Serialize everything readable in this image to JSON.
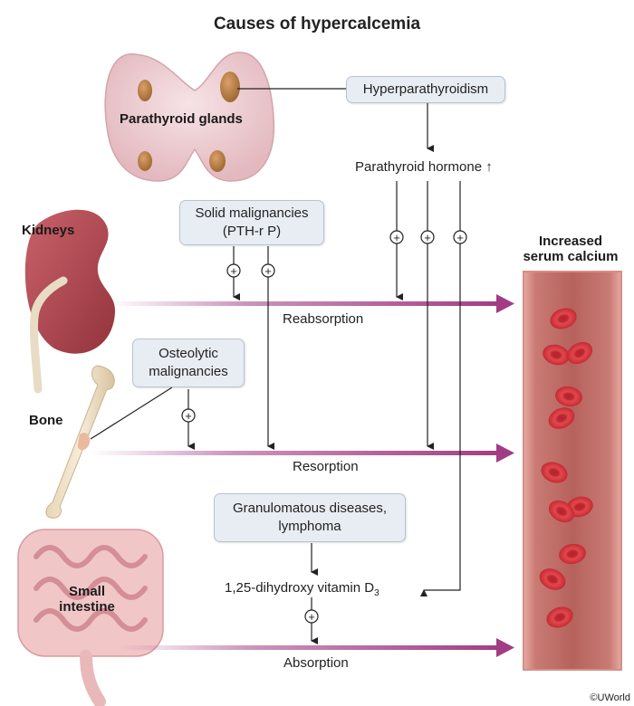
{
  "title": "Causes of hypercalcemia",
  "organs": {
    "parathyroid": "Parathyroid glands",
    "kidneys": "Kidneys",
    "bone": "Bone",
    "intestine_line1": "Small",
    "intestine_line2": "intestine",
    "vessel_line1": "Increased",
    "vessel_line2": "serum calcium"
  },
  "boxes": {
    "hyperparathyroidism": "Hyperparathyroidism",
    "solid_line1": "Solid malignancies",
    "solid_line2": "(PTH-r P)",
    "osteolytic_line1": "Osteolytic",
    "osteolytic_line2": "malignancies",
    "granulomatous_line1": "Granulomatous diseases,",
    "granulomatous_line2": "lymphoma"
  },
  "mediators": {
    "pth": "Parathyroid hormone ↑",
    "vitd": "1,25-dihydroxy vitamin D",
    "vitd_sub": "3"
  },
  "processes": {
    "reabsorption": "Reabsorption",
    "resorption": "Resorption",
    "absorption": "Absorption"
  },
  "stimulation_symbol": "+",
  "credit": "©UWorld",
  "colors": {
    "process_arrow": "#a23d85",
    "box_fill": "#e8edf3",
    "vessel_wall": "#e8a9a0",
    "rbc": "#d7383f"
  }
}
